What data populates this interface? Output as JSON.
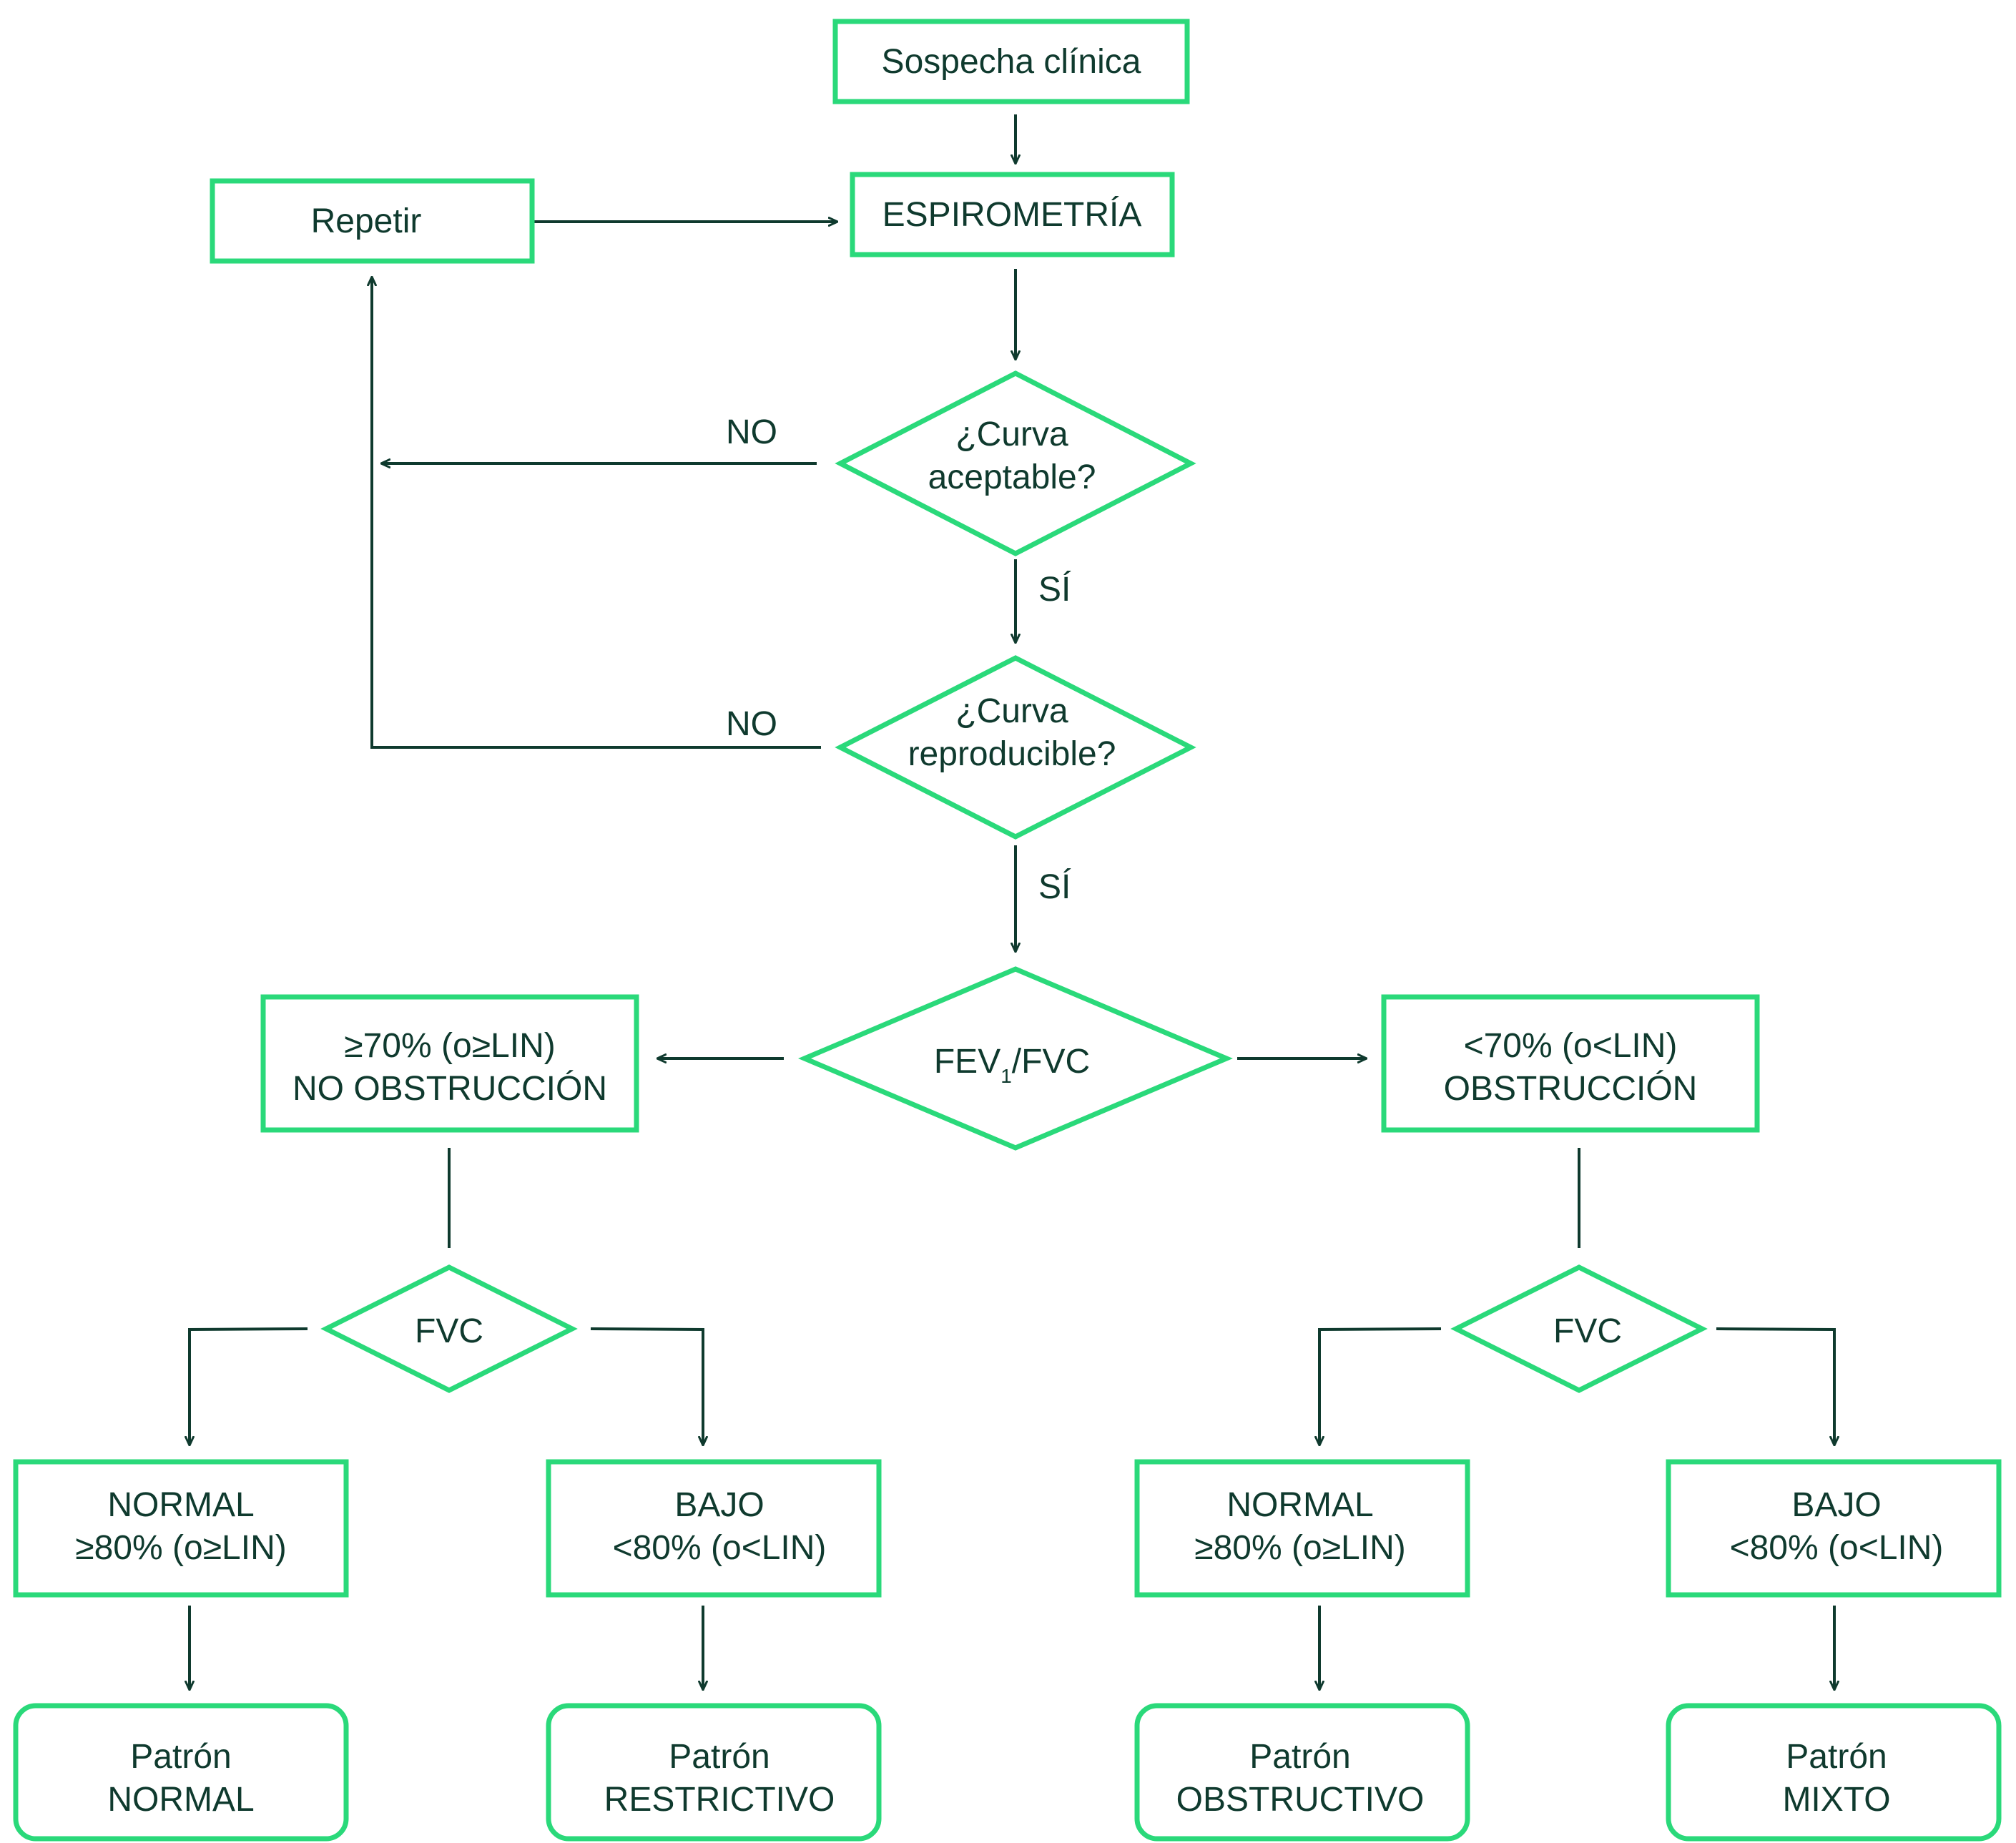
{
  "colors": {
    "accent": "#2ad97a",
    "ink": "#0f3a2e"
  },
  "nodes": {
    "suspicion": "Sospecha clínica",
    "spirometry": "ESPIROMETRÍA",
    "repeat": "Repetir",
    "acceptable": [
      "¿Curva",
      "aceptable?"
    ],
    "reproducible": [
      "¿Curva",
      "reproducible?"
    ],
    "ratio": {
      "main": "FEV",
      "sub": "1",
      "tail": "/FVC"
    },
    "no_obstruction": [
      "≥70% (o≥LIN)",
      "NO OBSTRUCCIÓN"
    ],
    "obstruction": [
      "<70% (o<LIN)",
      "OBSTRUCCIÓN"
    ],
    "fvc_left": "FVC",
    "fvc_right": "FVC",
    "normal_left": [
      "NORMAL",
      "≥80% (o≥LIN)"
    ],
    "low_left": [
      "BAJO",
      "<80% (o<LIN)"
    ],
    "normal_right": [
      "NORMAL",
      "≥80% (o≥LIN)"
    ],
    "low_right": [
      "BAJO",
      "<80% (o<LIN)"
    ],
    "pattern_normal": [
      "Patrón",
      "NORMAL"
    ],
    "pattern_restrictive": [
      "Patrón",
      "RESTRICTIVO"
    ],
    "pattern_obstructive": [
      "Patrón",
      "OBSTRUCTIVO"
    ],
    "pattern_mixed": [
      "Patrón",
      "MIXTO"
    ]
  },
  "edge_labels": {
    "no_acceptable": "NO",
    "yes_acceptable": "SÍ",
    "no_reproducible": "NO",
    "yes_reproducible": "SÍ"
  }
}
